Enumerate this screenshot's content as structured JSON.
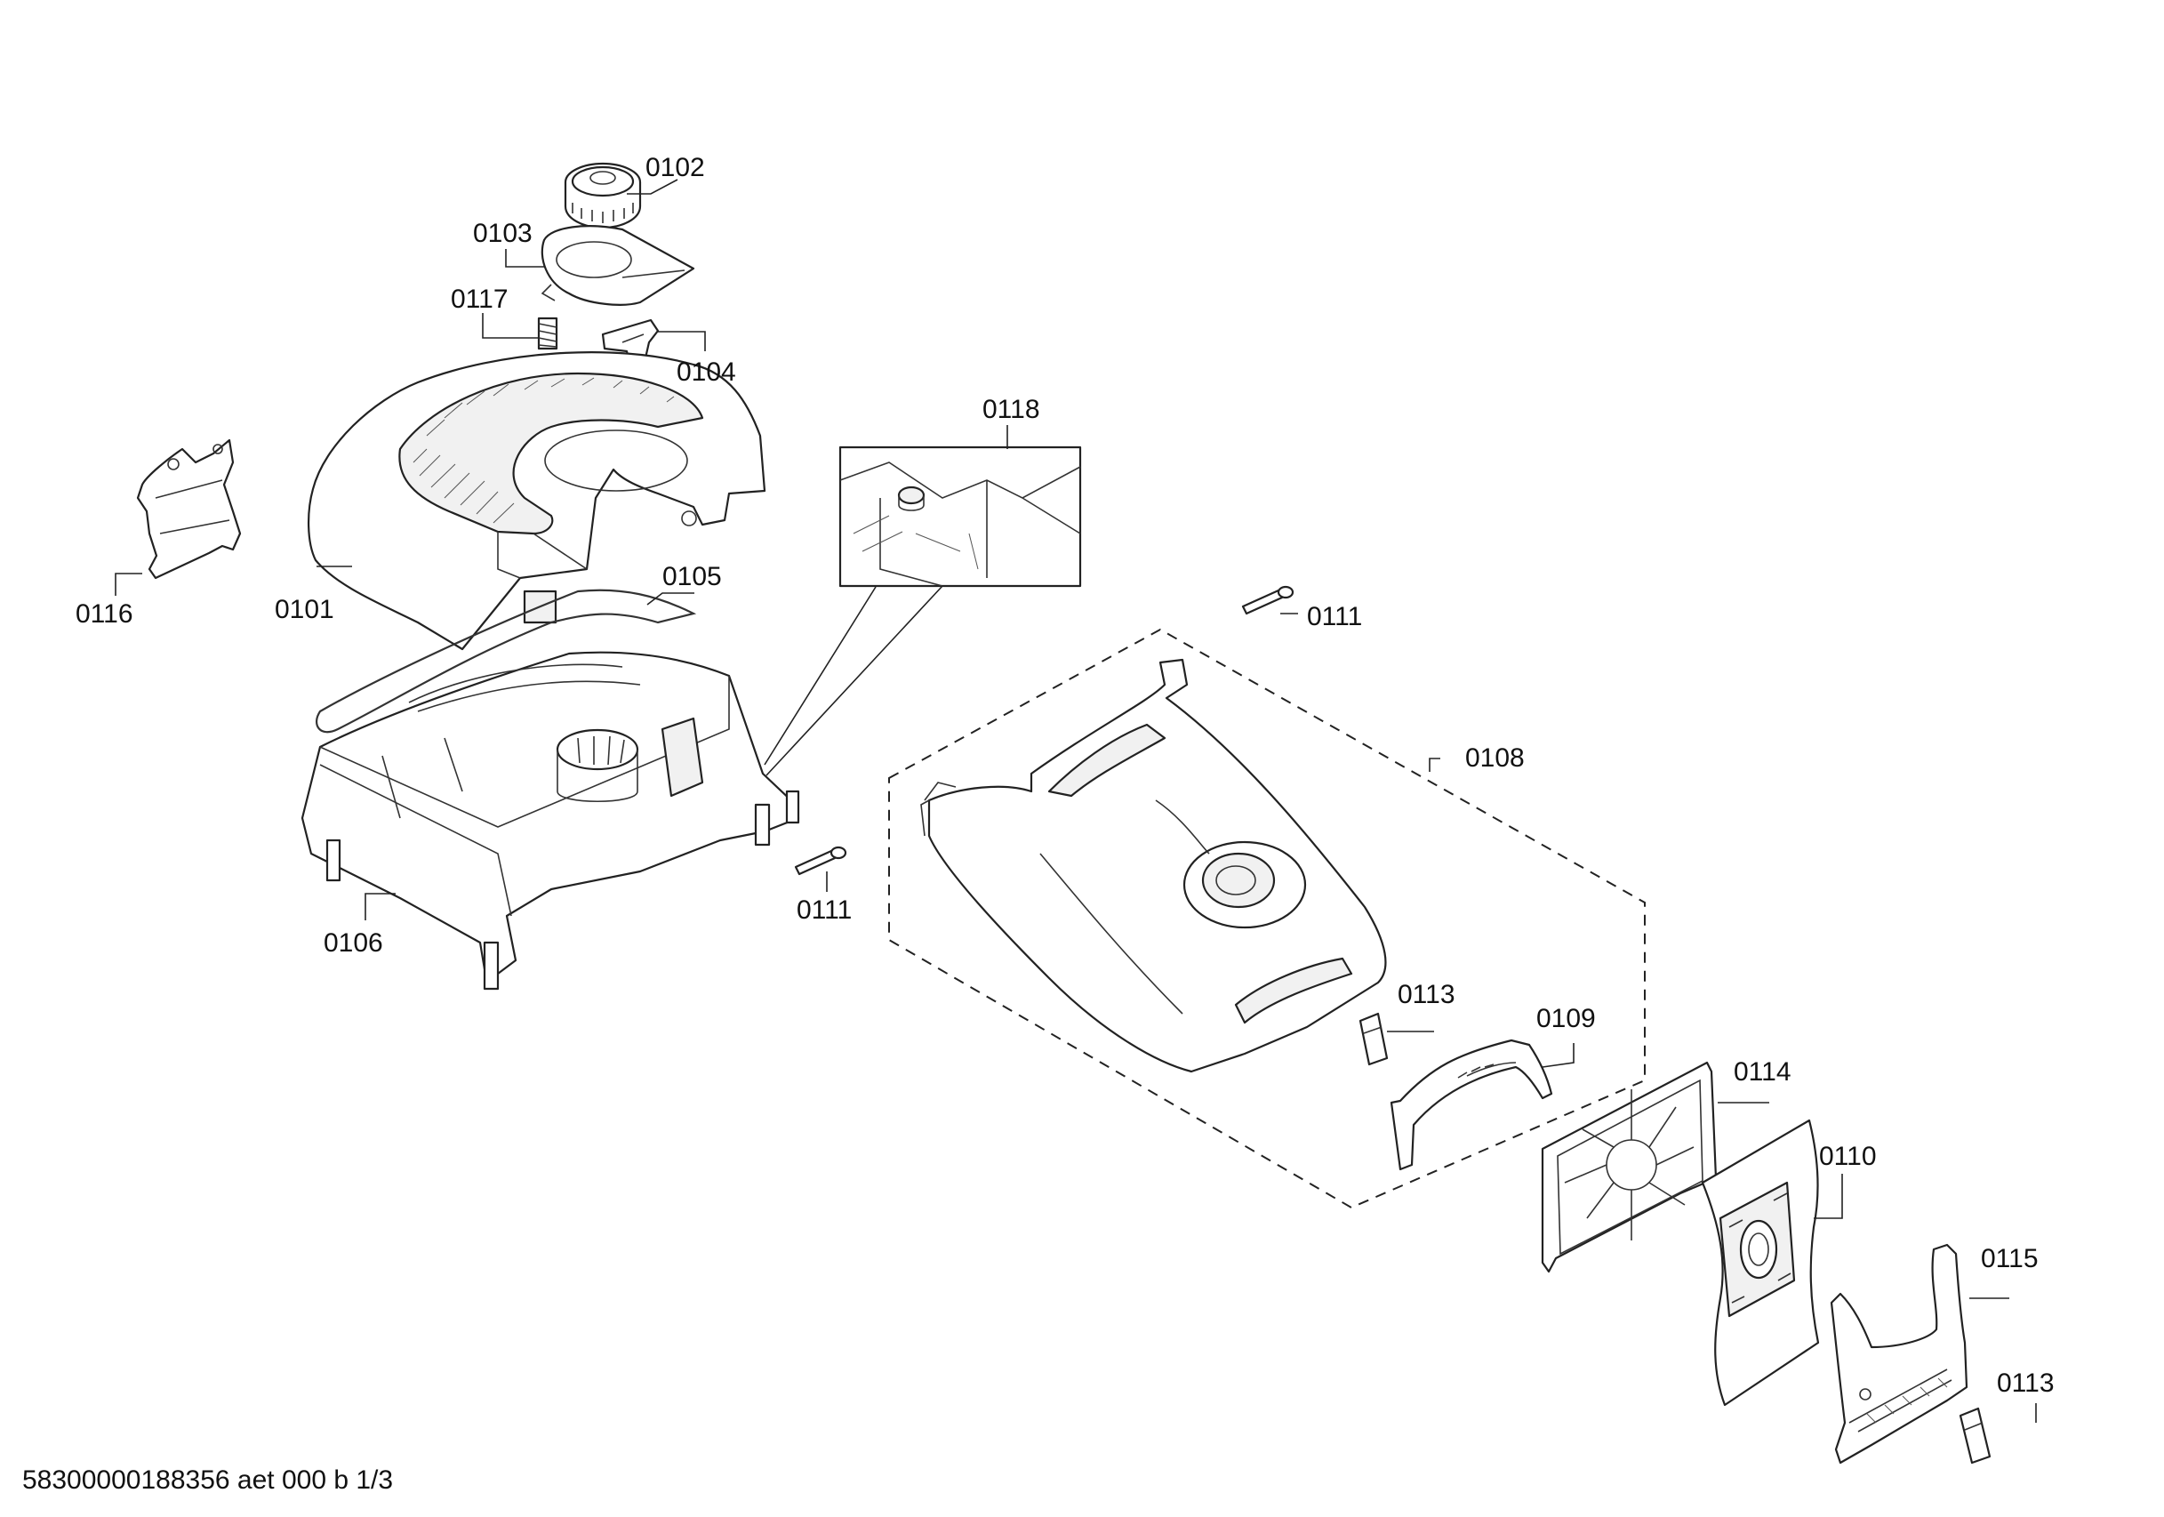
{
  "diagram": {
    "callouts": {
      "c0101": "0101",
      "c0102": "0102",
      "c0103": "0103",
      "c0104": "0104",
      "c0105": "0105",
      "c0106": "0106",
      "c0108": "0108",
      "c0109": "0109",
      "c0110": "0110",
      "c0111a": "0111",
      "c0111b": "0111",
      "c0113a": "0113",
      "c0113b": "0113",
      "c0114": "0114",
      "c0115": "0115",
      "c0116": "0116",
      "c0117": "0117",
      "c0118": "0118"
    },
    "footer": "58300000188356 aet 000 b 1/3"
  }
}
